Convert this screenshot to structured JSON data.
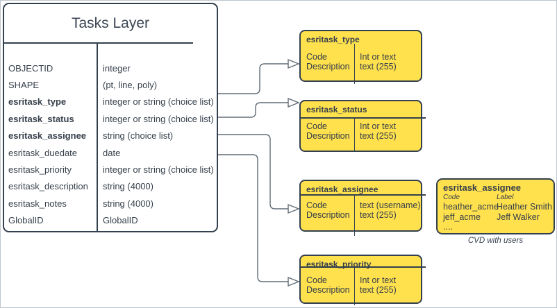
{
  "colors": {
    "domain_fill_yellow": "#FFE04D",
    "stroke_dark": "#33404F",
    "text_dark": "#353F4A",
    "connector_gray": "#606B76",
    "frame_border": "#BCC6CD"
  },
  "tasks_layer": {
    "title": "Tasks Layer",
    "fields": [
      {
        "name": "OBJECTID",
        "type": "integer"
      },
      {
        "name": "SHAPE",
        "type": "(pt, line, poly)"
      },
      {
        "name": "esritask_type",
        "type": "integer or string (choice list)"
      },
      {
        "name": "esritask_status",
        "type": "integer or string (choice list)"
      },
      {
        "name": "esritask_assignee",
        "type": "string (choice list)"
      },
      {
        "name": "esritask_duedate",
        "type": "date"
      },
      {
        "name": "esritask_priority",
        "type": "integer or string (choice list)"
      },
      {
        "name": "esritask_description",
        "type": "string (4000)"
      },
      {
        "name": "esritask_notes",
        "type": "string (4000)"
      },
      {
        "name": "GlobalID",
        "type": "GlobalID"
      }
    ]
  },
  "domains": [
    {
      "title": "esritask_type",
      "left_rows": [
        "Code",
        "Description"
      ],
      "right_rows": [
        "Int or text",
        "text (255)"
      ]
    },
    {
      "title": "esritask_status",
      "left_rows": [
        "Code",
        "Description"
      ],
      "right_rows": [
        "Int or text",
        "text (255)"
      ]
    },
    {
      "title": "esritask_assignee",
      "left_rows": [
        "Code",
        "Description"
      ],
      "right_rows": [
        "text (username)",
        "text (255)"
      ]
    },
    {
      "title": "esritask_priority",
      "left_rows": [
        "Code",
        "Description"
      ],
      "right_rows": [
        "Int or text",
        "text (255)"
      ]
    }
  ],
  "cvd": {
    "title": "esritask_assignee",
    "col_headers": [
      "Code",
      "Label"
    ],
    "rows": [
      {
        "code": "heather_acme",
        "label": "Heather Smith"
      },
      {
        "code": "jeff_acme",
        "label": "Jeff Walker"
      },
      {
        "code": "....",
        "label": ""
      }
    ],
    "caption": "CVD with users"
  }
}
